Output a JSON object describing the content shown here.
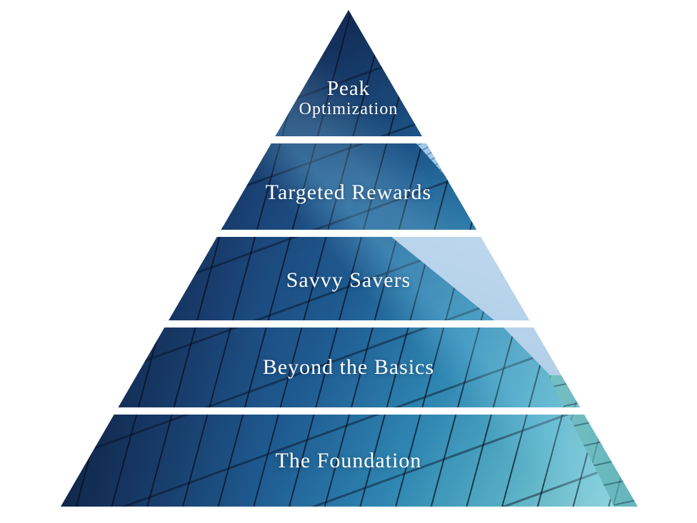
{
  "page": {
    "background_color": "#ffffff",
    "description": "Five-tier pyramid infographic; each tier is a slice of a photo of a blue glass skyscraper facade viewed from below against a pale blue sky, separated by white horizontal dividers."
  },
  "pyramid": {
    "type": "pyramid-diagram",
    "tier_count": 5,
    "tiers": [
      {
        "rank": 1,
        "lines": [
          "Peak",
          "Optimization"
        ]
      },
      {
        "rank": 2,
        "lines": [
          "Targeted Rewards"
        ]
      },
      {
        "rank": 3,
        "lines": [
          "Savvy Savers"
        ]
      },
      {
        "rank": 4,
        "lines": [
          "Beyond the Basics"
        ]
      },
      {
        "rank": 5,
        "lines": [
          "The Foundation"
        ]
      }
    ],
    "label_color": "#ffffff",
    "divider_color": "#ffffff",
    "photo_palette": {
      "dark_navy": "#0b1530",
      "mid_blue": "#1b4478",
      "steel_blue": "#2f87b2",
      "teal": "#55adc4",
      "light_teal": "#8fd2d6",
      "mint": "#c4ebe4",
      "sky_blue": "#b9d4ec"
    }
  }
}
